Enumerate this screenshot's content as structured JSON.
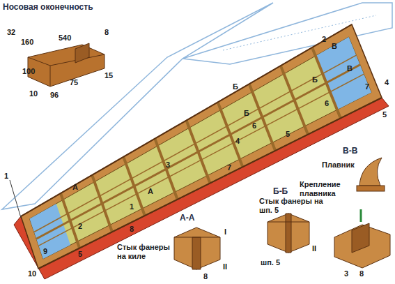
{
  "diagram": {
    "labels": [
      "Носовая оконечность",
      "32",
      "160",
      "540",
      "8",
      "100",
      "75",
      "15",
      "96",
      "10",
      "2",
      "В",
      "В",
      "4",
      "7",
      "5",
      "6",
      "Б",
      "Б",
      "Б",
      "6",
      "4",
      "5",
      "7",
      "3",
      "А",
      "А",
      "1",
      "2",
      "8",
      "9",
      "5",
      "10",
      "1",
      "В-В",
      "Плавник",
      "Крепление плавника",
      "Б-Б",
      "Стык фанеры на шп. 5",
      "II",
      "шп. 5",
      "3",
      "8",
      "А-А",
      "I",
      "II",
      "Стык фанеры на киле",
      "8"
    ]
  }
}
